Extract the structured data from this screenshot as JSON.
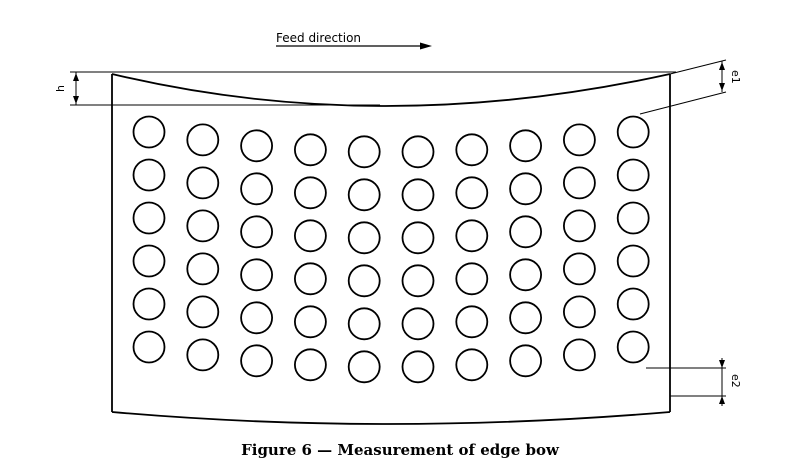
{
  "figure": {
    "feed_label": "Feed direction",
    "dim_h": "h",
    "dim_e1": "e1",
    "dim_e2": "e2",
    "caption": "Figure 6 — Measurement of edge bow"
  },
  "hole_grid": {
    "columns": 10,
    "rows": 6
  },
  "colors": {
    "ink": "#000000",
    "paper": "#ffffff"
  }
}
